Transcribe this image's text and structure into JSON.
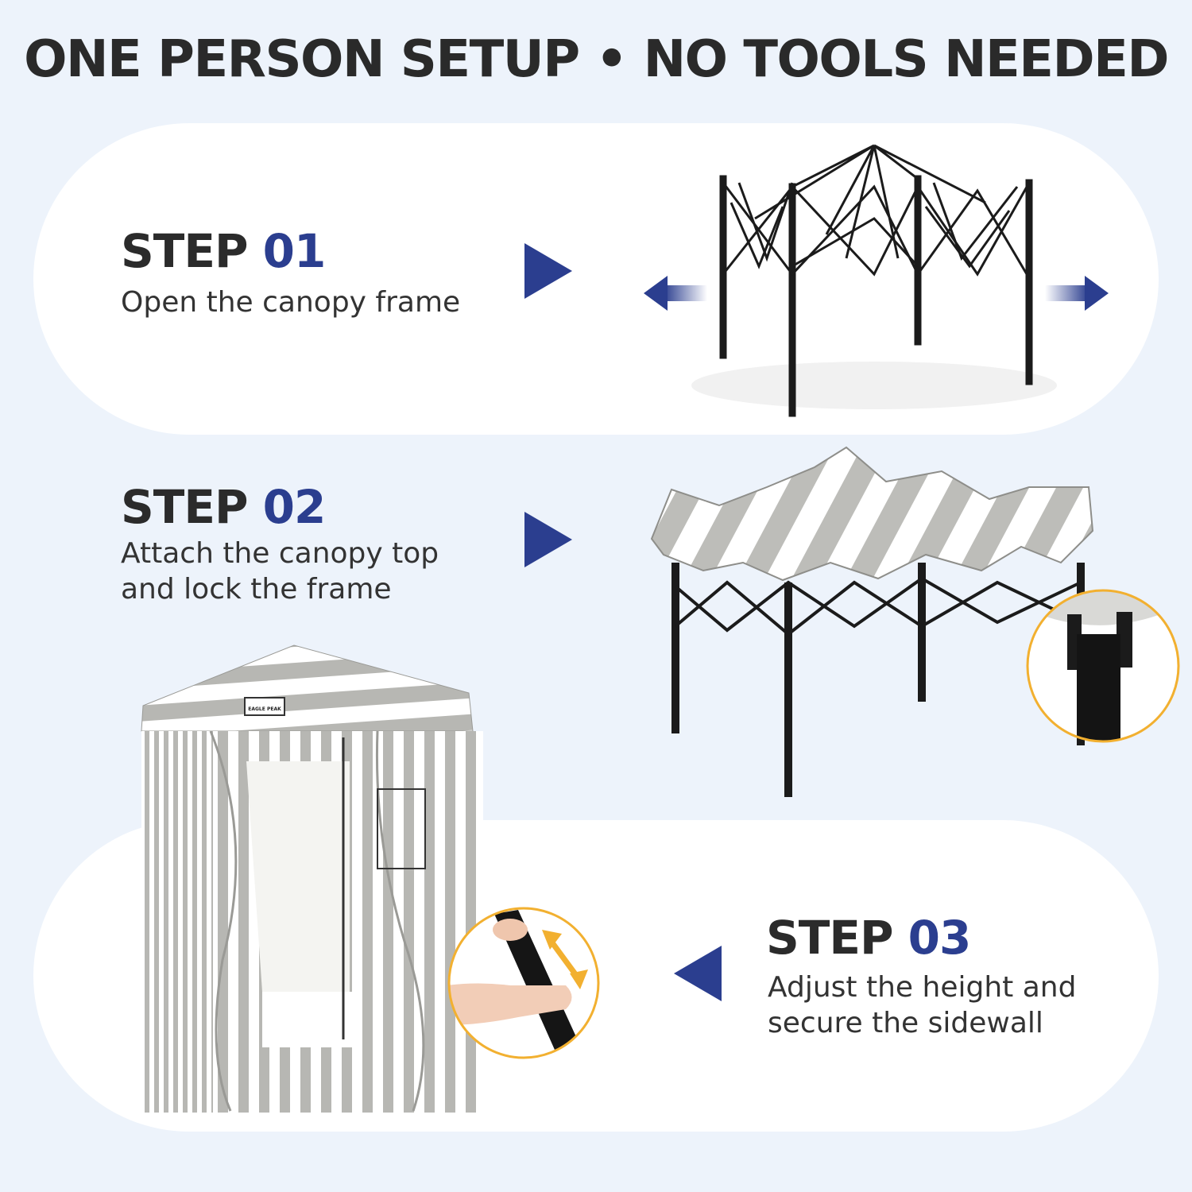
{
  "title": "ONE PERSON SETUP • NO TOOLS NEEDED",
  "colors": {
    "accent": "#2b3e8f",
    "text": "#2b2b2b",
    "background": "#edf3fb",
    "highlight": "#f2b030"
  },
  "steps": [
    {
      "label": "STEP",
      "number": "01",
      "lines": [
        "Open the canopy frame"
      ]
    },
    {
      "label": "STEP",
      "number": "02",
      "lines": [
        "Attach the canopy top",
        "and lock the frame"
      ]
    },
    {
      "label": "STEP",
      "number": "03",
      "lines": [
        "Adjust the height and",
        "secure the sidewall"
      ]
    }
  ],
  "brand_label": "EAGLE PEAK",
  "icons": [
    "play-arrow-icon",
    "expand-arrow-icon",
    "double-arrow-icon"
  ]
}
